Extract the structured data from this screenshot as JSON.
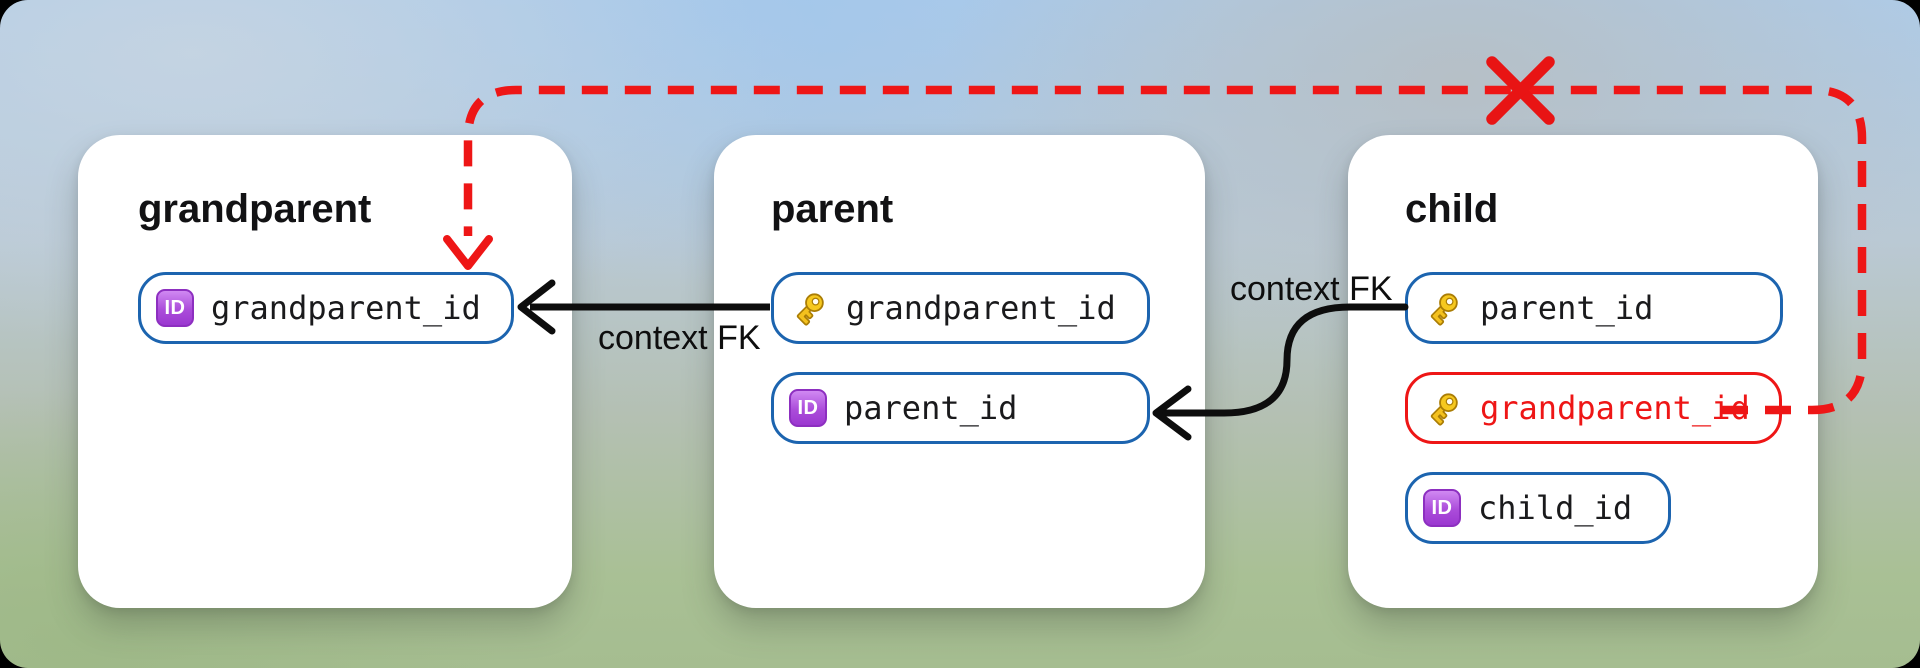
{
  "diagram": {
    "id_badge_label": "ID",
    "tables": [
      {
        "title": "grandparent",
        "columns": [
          {
            "name": "grandparent_id",
            "icon": "id-badge",
            "state": "normal"
          }
        ]
      },
      {
        "title": "parent",
        "columns": [
          {
            "name": "grandparent_id",
            "icon": "key",
            "state": "normal"
          },
          {
            "name": "parent_id",
            "icon": "id-badge",
            "state": "normal"
          }
        ]
      },
      {
        "title": "child",
        "columns": [
          {
            "name": "parent_id",
            "icon": "key",
            "state": "normal"
          },
          {
            "name": "grandparent_id",
            "icon": "key",
            "state": "invalid"
          },
          {
            "name": "child_id",
            "icon": "id-badge",
            "state": "normal"
          }
        ]
      }
    ],
    "connections": [
      {
        "label": "context FK",
        "from": "parent.grandparent_id",
        "to": "grandparent.grandparent_id",
        "style": "solid-black-arrow"
      },
      {
        "label": "context FK",
        "from": "child.parent_id",
        "to": "parent.parent_id",
        "style": "solid-black-arrow"
      },
      {
        "label": "",
        "from": "child.grandparent_id",
        "to": "grandparent.grandparent_id",
        "style": "red-dashed-forbidden",
        "marker": "x"
      }
    ],
    "colors": {
      "pill_border_blue": "#1c64af",
      "forbidden_red": "#ee1616",
      "arrow_black": "#0d0d0d",
      "card_white": "#ffffff",
      "badge_purple": "#a647d8",
      "key_gold": "#f4c11e"
    }
  }
}
